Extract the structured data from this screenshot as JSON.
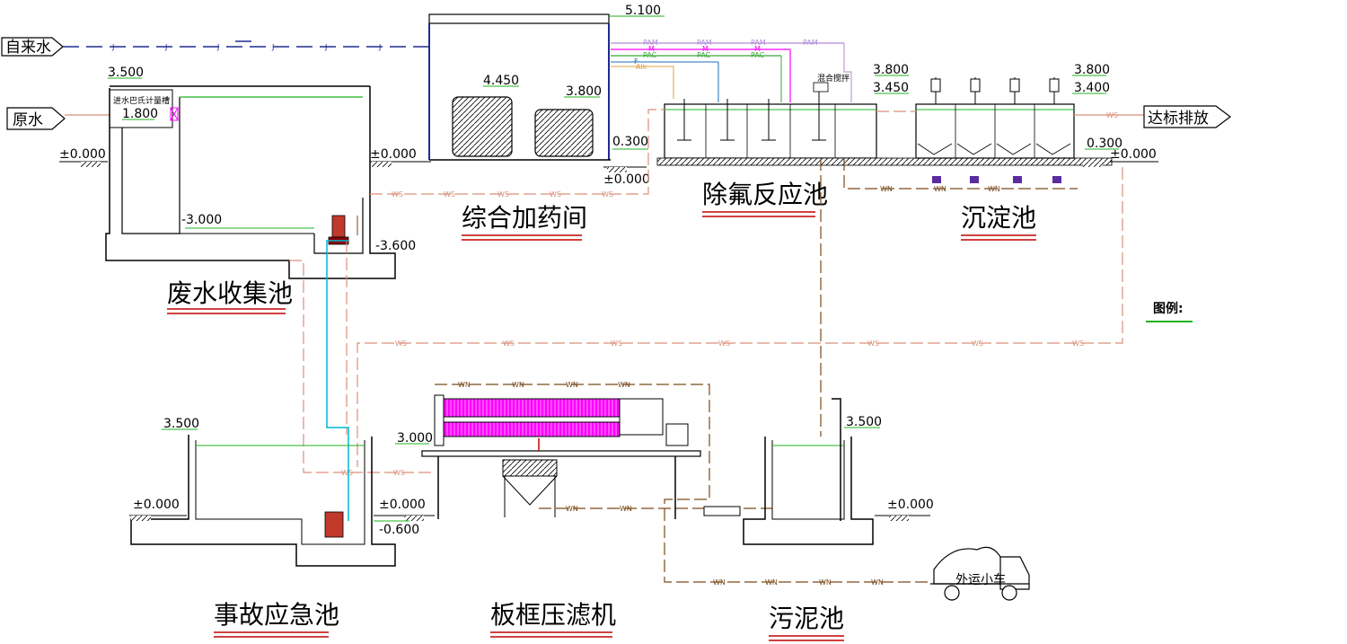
{
  "colors": {
    "ws_pipe": "#d9907a",
    "wn_pipe": "#7a4a1a",
    "tap_water": "#1f2b8f",
    "level_line": "#1fb31f",
    "pam": "#b08ad6",
    "pac": "#3aa63a",
    "alk": "#e0a040",
    "sludge": "#ff00ff",
    "accident_pipe": "#00b7d6",
    "structure": "#000000",
    "title_underline": "#c00000"
  },
  "legend_title": "图例:",
  "inputs": {
    "tap_water": "自来水",
    "raw_water": "原水",
    "discharge": "达标排放"
  },
  "units": {
    "collection": "废水收集池",
    "dosing": "综合加药间",
    "defluorination": "除氟反应池",
    "sedimentation": "沉淀池",
    "accident": "事故应急池",
    "filter_press": "板框压滤机",
    "sludge_tank": "污泥池",
    "truck": "外运小车"
  },
  "annotations": {
    "parshall": "进水巴氏计量槽",
    "mixer": "混合搅拌"
  },
  "pipe_codes": {
    "ws": "WS",
    "wn": "WN",
    "j": "J",
    "pam": "PAM",
    "pac": "PAC",
    "m": "M",
    "alk": "Alk",
    "f": "F"
  },
  "levels": {
    "collection_top": "3.500",
    "parshall": "1.800",
    "collection_ground": "±0.000",
    "collection_right_ground": "±0.000",
    "collection_water": "-3.000",
    "collection_bottom": "-3.600",
    "dosing_roof": "5.100",
    "tank1": "4.450",
    "tank2": "3.800",
    "dosing_floor": "0.300",
    "dosing_ground": "±0.000",
    "reaction_top": "3.800",
    "reaction_water": "3.450",
    "sed_top": "3.800",
    "sed_water": "3.400",
    "sed_floor": "0.300",
    "sed_ground": "±0.000",
    "accident_top": "3.500",
    "accident_ground_left": "±0.000",
    "accident_ground_right": "±0.000",
    "accident_bottom": "-0.600",
    "press_platform": "3.000",
    "sludge_top": "3.500",
    "sludge_ground": "±0.000"
  }
}
